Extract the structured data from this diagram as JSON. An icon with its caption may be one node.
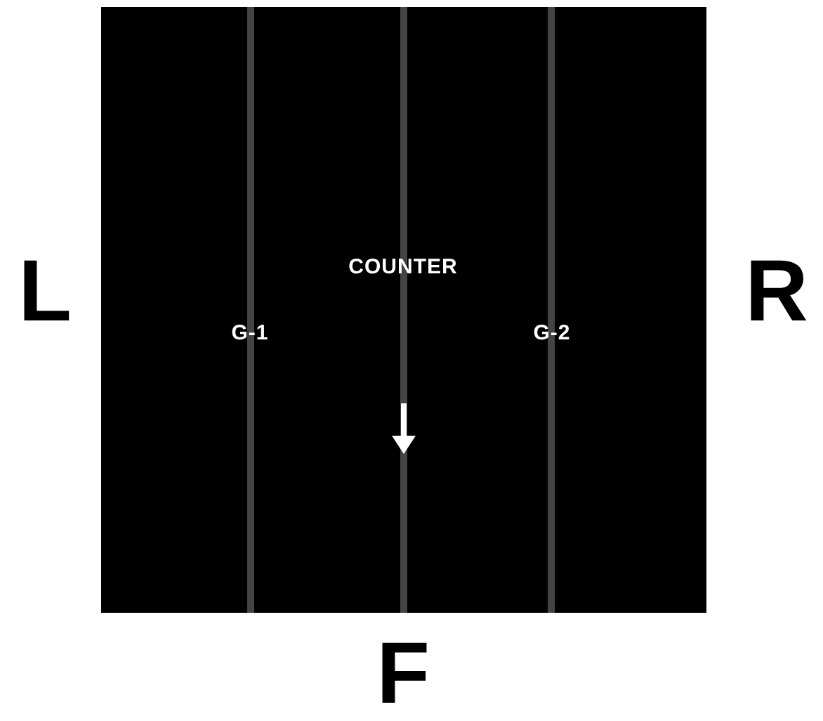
{
  "diagram": {
    "labels": [
      "L",
      "COUNTER",
      "G-1",
      "G-2",
      "R",
      "F"
    ]
  }
}
